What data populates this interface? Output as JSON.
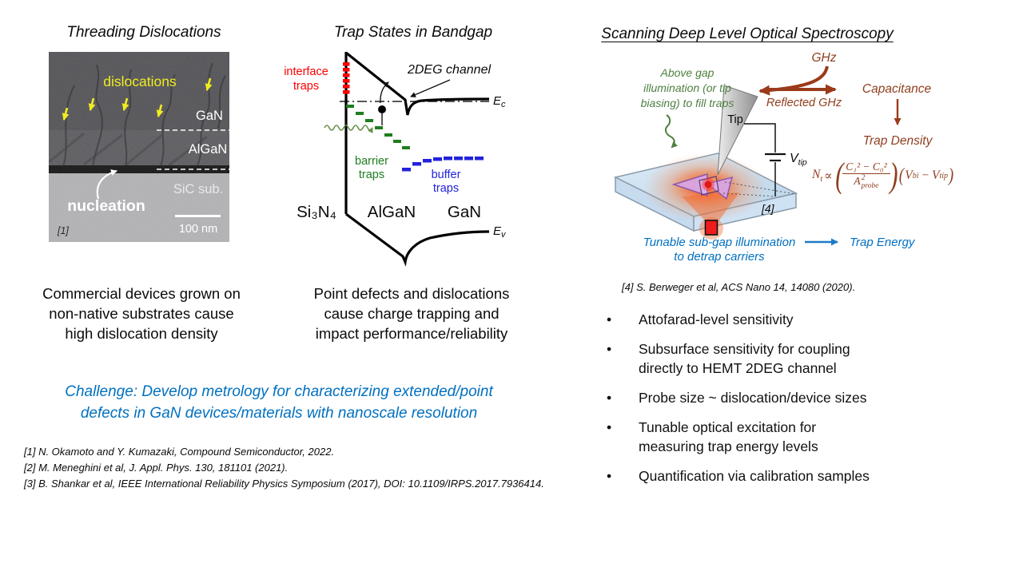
{
  "left": {
    "title": "Threading Dislocations",
    "caption": "Commercial devices grown on\nnon-native substrates cause\nhigh dislocation density",
    "tem": {
      "dislocations": "dislocations",
      "gan": "GaN",
      "algan": "AlGaN",
      "sic": "SiC sub.",
      "nucleation": "nucleation",
      "ref": "[1]",
      "scale": "100 nm"
    }
  },
  "middle": {
    "title": "Trap States in Bandgap",
    "caption": "Point defects and dislocations\ncause charge trapping and\nimpact performance/reliability",
    "bd": {
      "interface1": "interface",
      "interface2": "traps",
      "twodeg": "2DEG channel",
      "e": "E",
      "ec_sub": "c",
      "ev_sub": "v",
      "barrier1": "barrier",
      "barrier2": "traps",
      "buffer1": "buffer",
      "buffer2": "traps",
      "si3n4": "Si₃N₄",
      "algan": "AlGaN",
      "gan": "GaN"
    }
  },
  "right": {
    "title": "Scanning Deep Level Optical Spectroscopy",
    "ref4": "[4] S. Berweger et al, ACS Nano 14, 14080 (2020).",
    "bullet_char": "•",
    "bullets": [
      "Attofarad-level sensitivity",
      "Subsurface sensitivity for coupling\ndirectly to HEMT 2DEG channel",
      "Probe size ~ dislocation/device sizes",
      "Tunable optical excitation for\nmeasuring trap energy levels",
      "Quantification via calibration samples"
    ],
    "diag": {
      "above1": "Above gap",
      "above2": "illumination (or tip",
      "above3": "biasing) to fill traps",
      "ghz": "GHz",
      "reflected": "Reflected GHz",
      "tip": "Tip",
      "v": "V",
      "vtip_sub": "tip",
      "capacitance": "Capacitance",
      "trap_density": "Trap Density",
      "ref_box": "[4]",
      "tunable1": "Tunable sub-gap illumination",
      "tunable2": "to detrap carriers",
      "trap_energy": "Trap Energy",
      "formula": {
        "lhs": "N",
        "lhs_sub": "t",
        "propto": "∝",
        "p_open": "(",
        "p_close": ")",
        "num": "C₁² − C₀²",
        "den_base": "A",
        "den_sup": "2",
        "den_sub": "probe",
        "v1_sub": "bi",
        "minus": "−",
        "v2_sub": "tip"
      }
    }
  },
  "challenge": "Challenge: Develop metrology for characterizing extended/point\ndefects in GaN devices/materials with nanoscale resolution",
  "references": [
    "[1] N. Okamoto and Y. Kumazaki, Compound Semiconductor, 2022.",
    "[2] M. Meneghini et al, J. Appl. Phys. 130, 181101 (2021).",
    "[3] B. Shankar et al, IEEE International Reliability Physics Symposium (2017), DOI: 10.1109/IRPS.2017.7936414."
  ],
  "colors": {
    "accent_blue": "#0070C0",
    "dark_red": "#8F3E1E",
    "annotation_green": "#4E7F3F",
    "trap_green": "#1F7D1F",
    "trap_blue": "#2222DD",
    "trap_red": "#FF0000",
    "slide_bg": "#FFFFFF"
  }
}
